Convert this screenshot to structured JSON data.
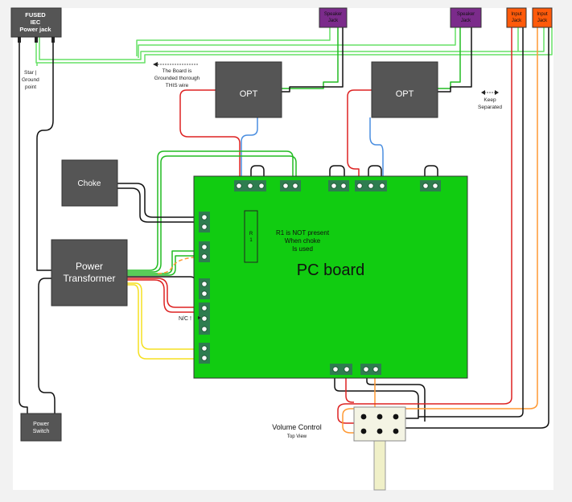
{
  "labels": {
    "power_jack": [
      "FUSED",
      "IEC",
      "Power jack"
    ],
    "speaker_jack": [
      "Speaker",
      "Jack"
    ],
    "input_jack": [
      "Input",
      "Jack"
    ],
    "opt": "OPT",
    "choke": "Choke",
    "power_transformer": [
      "Power",
      "Transformer"
    ],
    "power_switch": [
      "Power",
      "Switch"
    ],
    "pc_board": "PC board",
    "resistor": [
      "R",
      "1"
    ],
    "r1_note": [
      "R1 is NOT present",
      "When choke",
      "Is used"
    ],
    "star_ground": [
      "Star |",
      "Ground",
      "point"
    ],
    "board_ground_note": [
      "The Board is",
      "Grounded thorough",
      "THIS wire"
    ],
    "keep_separated": [
      "Keep",
      "Separated"
    ],
    "nc_label": "N/C !",
    "volume_control": "Volume Control",
    "top_view": "Top View"
  },
  "colors": {
    "background": "#ffffff",
    "frame": "#f2f2f2",
    "pc_board": "#11cc11",
    "component": "#555555",
    "terminal": "#2e7d4f",
    "speaker_jack": "#7b2b8b",
    "input_jack": "#ff5a0a",
    "wire_green": "#22bb22",
    "wire_light_green": "#66e066",
    "wire_red": "#dd2222",
    "wire_blue": "#4a8ee0",
    "wire_black": "#111111",
    "wire_yellow": "#f5e020",
    "wire_orange": "#ff9933",
    "pot_shaft": "#f0f0c8"
  }
}
